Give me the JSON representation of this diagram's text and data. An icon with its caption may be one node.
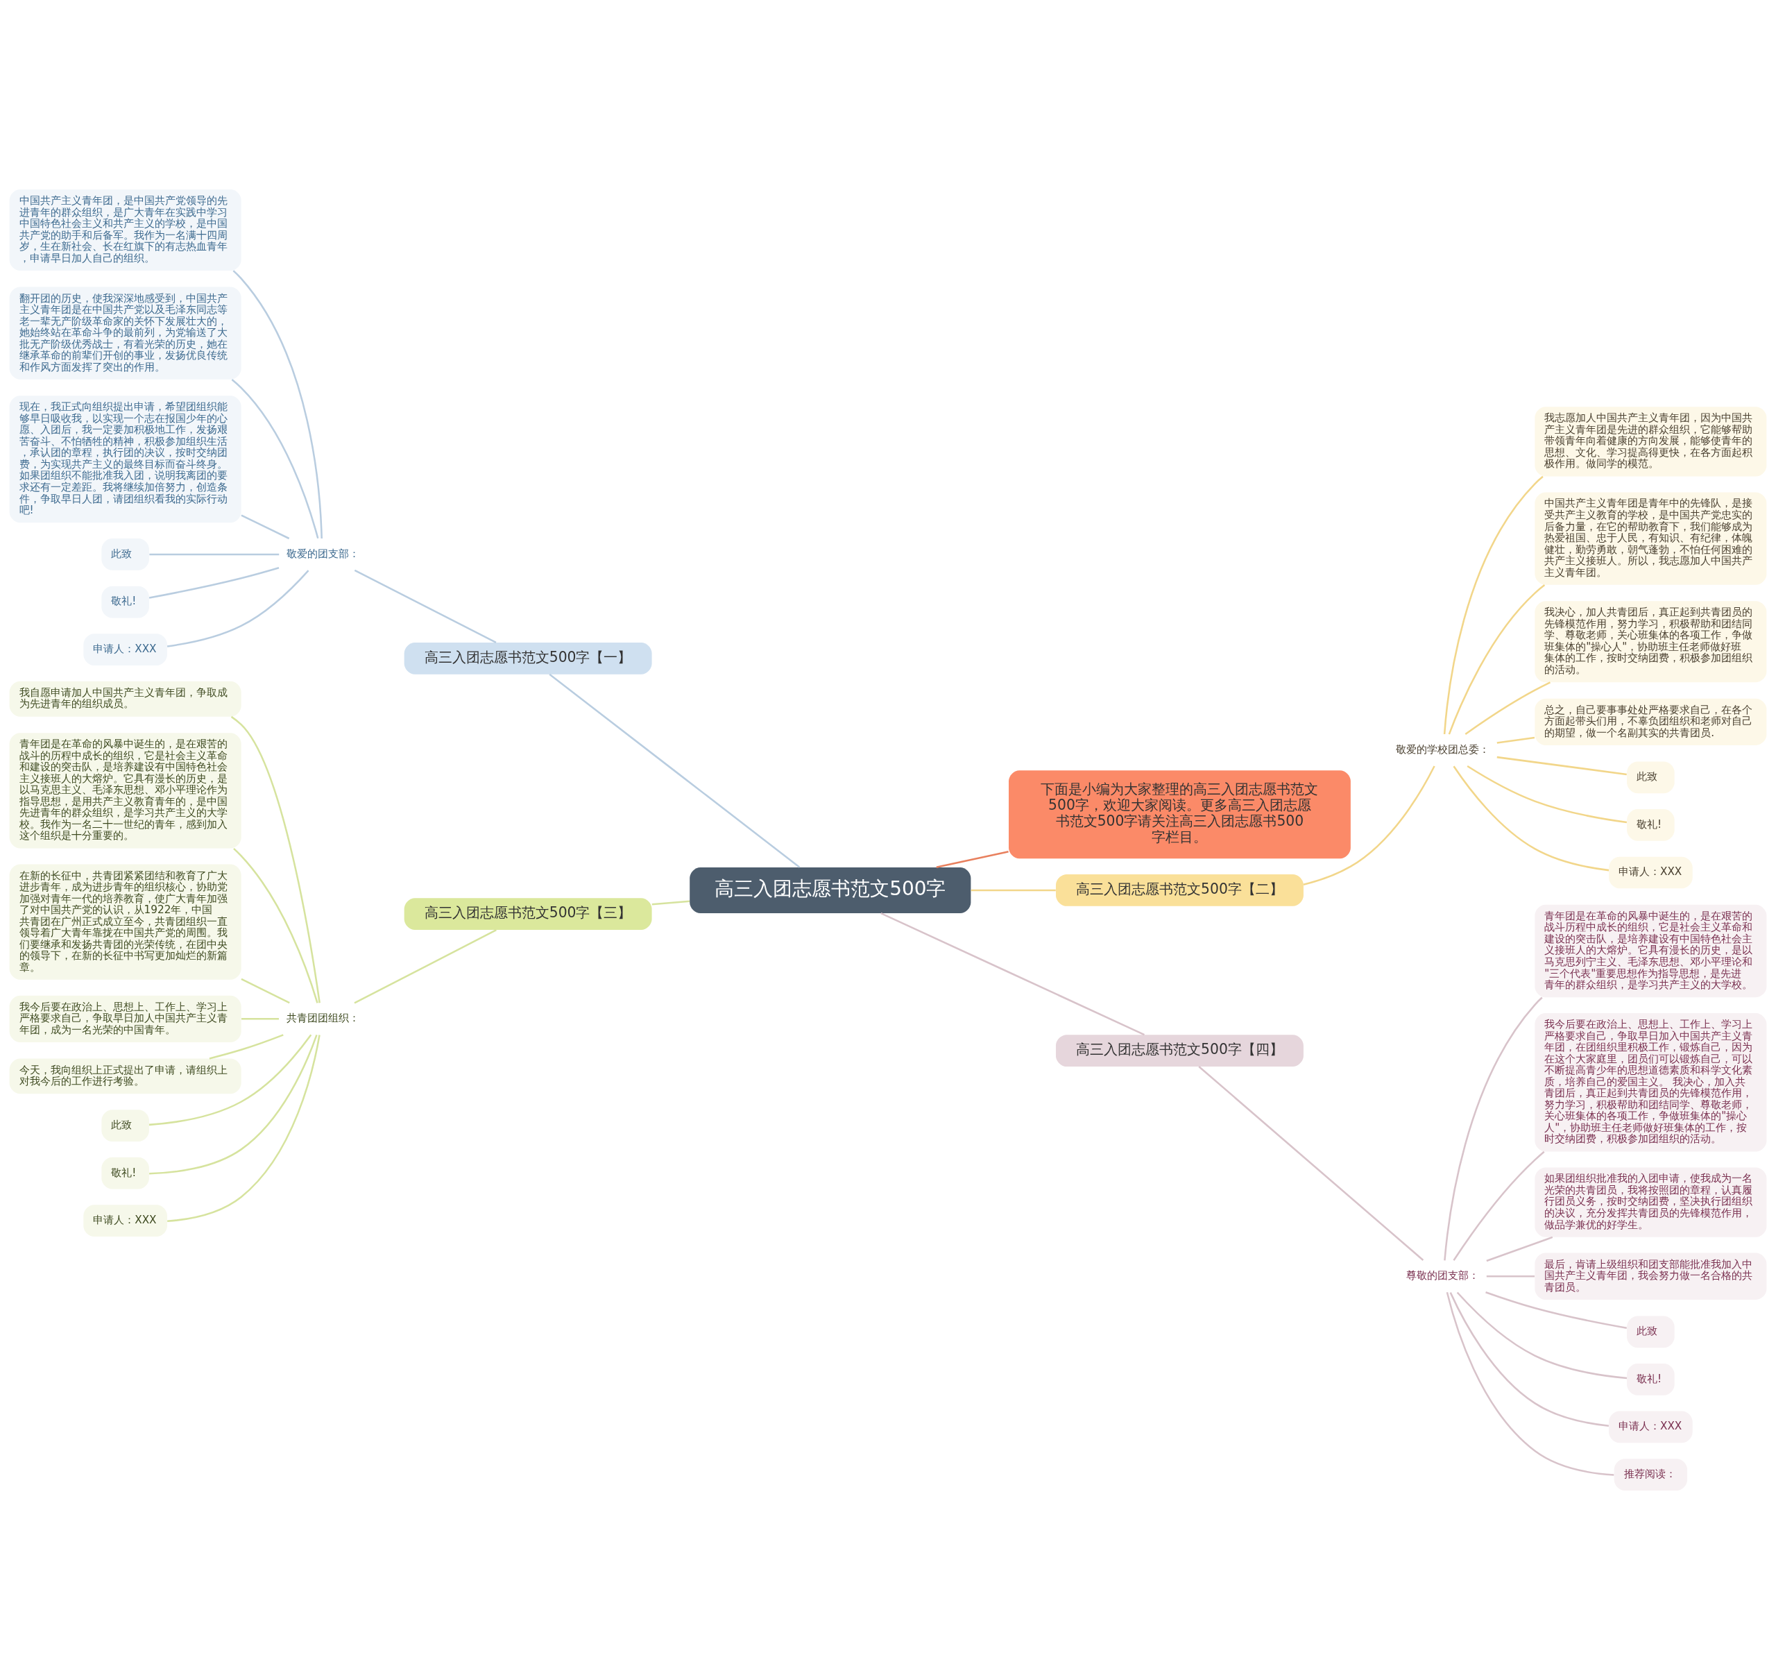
{
  "diagram": {
    "nodes": [
      {
        "text": [
          "高三入团志愿书范文500字"
        ]
      },
      {
        "text": [
          "下面是小编为大家整理的高三入团志愿书范文500字，欢迎大家阅读。更多高三入团志愿书范文500字请关注高三入团志愿书500字栏目。"
        ]
      },
      {
        "text": [
          "高三入团志愿书范文500字【一】"
        ]
      },
      {
        "text": [
          "敬爱的团支部："
        ]
      },
      {
        "text": [
          "中国共产主义青年团，是中国共产党领导的先进青年的群众组织，是广大青年在实践中学习中国特色社会主义和共产主义的学校，是中国共产党的助手和后备军。我作为一名满十四周岁，生在新社会、长在红旗下的有志热血青年，申请早日加人自己的组织。"
        ]
      },
      {
        "text": [
          "翻开团的历史，使我深深地感受到，中国共产主义青年团是在中国共产党以及毛泽东同志等老一辈无产阶级革命家的关怀下发展壮大的，她始终站在革命斗争的最前列，为党输送了大批无产阶级优秀战士，有着光荣的历史，她在继承革命的前辈们开创的事业，发扬优良传统和作风方面发挥了突出的作用。"
        ]
      },
      {
        "text": [
          "现在，我正式向组织提出申请，希望团组织能够早日吸收我，以实现一个志在报国少年的心愿、入团后，我一定要加积极地工作，发扬艰苦奋斗、不怕牺牲的精神，积极参加组织生活，承认团的章程，执行团的决议，按时交纳团费，为实现共产主义的最终目标而奋斗终身。如果团组织不能批准我入团，说明我离团的要求还有一定差距。我将继续加倍努力，创造条件，争取早日人团，请团组织看我的实际行动吧!"
        ]
      },
      {
        "text": [
          "此致"
        ]
      },
      {
        "text": [
          "敬礼!"
        ]
      },
      {
        "text": [
          "申请人：XXX"
        ]
      },
      {
        "text": [
          "高三入团志愿书范文500字【二】"
        ]
      },
      {
        "text": [
          "敬爱的学校团总委："
        ]
      },
      {
        "text": [
          "我志愿加人中国共产主义青年团，因为中国共产主义青年团是先进的群众组织，它能够帮助带领青年向着健康的方向发展，能够使青年的思想、文化、学习提高得更快，在各方面起积极作用。做同学的模范。"
        ]
      },
      {
        "text": [
          "中国共产主义青年团是青年中的先锋队，是接受共产主义教育的学校，是中国共产党忠实的后备力量，在它的帮助教育下，我们能够成为热爱祖国、忠于人民，有知识、有纪律，体魄健壮，勤劳勇敢，朝气蓬勃，不怕任何困难的共产主义接班人。所以，我志愿加人中国共产主义青年团。"
        ]
      },
      {
        "text": [
          "我决心，加人共青团后，真正起到共青团员的先锋模范作用，努力学习，积极帮助和团结同学、尊敬老师，关心班集体的各项工作，争做班集体的\"操心人\"，协助班主任老师做好班集体的工作，按时交纳团费，积极参加团组织的活动。"
        ]
      },
      {
        "text": [
          "总之，自己要事事处处严格要求自己，在各个方面起带头们用，不辜负团组织和老师对自己的期望，做一个名副其实的共青团员."
        ]
      },
      {
        "text": [
          "此致"
        ]
      },
      {
        "text": [
          "敬礼!"
        ]
      },
      {
        "text": [
          "申请人：XXX"
        ]
      },
      {
        "text": [
          "高三入团志愿书范文500字【三】"
        ]
      },
      {
        "text": [
          "共青团团组织："
        ]
      },
      {
        "text": [
          "我自愿申请加人中国共产主义青年团，争取成为先进青年的组织成员。"
        ]
      },
      {
        "text": [
          "青年团是在革命的风暴中诞生的，是在艰苦的战斗的历程中成长的组织，它是社会主义革命和建设的突击队，是培养建设有中国特色社会主义接班人的大熔炉。它具有漫长的历史，是以马克思主义、毛泽东思想、邓小平理论作为指导思想，是用共产主义教育青年的，是中国先进青年的群众组织，是学习共产主义的大学校。我作为一名二十一世纪的青年，感到加入这个组织是十分重要的。"
        ]
      },
      {
        "text": [
          "在新的长征中，共青团紧紧团结和教育了广大进步青年，成为进步青年的组织核心，协助党加强对青年一代的培养教育，使广大青年加强了对中国共产党的认识，从1922年，中国共青团在广州正式成立至今，共青团组织一直领导着广大青年靠拢在中国共产党的周围。我们要继承和发扬共青团的光荣传统，在团中央的领导下，在新的长征中书写更加灿烂的新篇章。"
        ]
      },
      {
        "text": [
          "我今后要在政治上、思想上、工作上、学习上严格要求自己，争取早日加人中国共产主义青年团，成为一名光荣的中国青年。"
        ]
      },
      {
        "text": [
          "今天，我向组织上正式提出了申请，请组织上对我今后的工作进行考验。"
        ]
      },
      {
        "text": [
          "此致"
        ]
      },
      {
        "text": [
          "敬礼!"
        ]
      },
      {
        "text": [
          "申请人：XXX"
        ]
      },
      {
        "text": [
          "高三入团志愿书范文500字【四】"
        ]
      },
      {
        "text": [
          "尊敬的团支部："
        ]
      },
      {
        "text": [
          "青年团是在革命的风暴中诞生的，是在艰苦的战斗历程中成长的组织，它是社会主义革命和建设的突击队，是培养建设有中国特色社会主义接班人的大熔炉。它具有漫长的历史，是以马克思列宁主义、毛泽东思想、邓小平理论和\"三个代表\"重要思想作为指导思想，是先进青年的群众组织，是学习共产主义的大学校。"
        ]
      },
      {
        "text": [
          "我今后要在政治上、思想上、工作上、学习上严格要求自己，争取早日加入中国共产主义青年团，在团组织里积极工作，锻炼自己，因为在这个大家庭里，团员们可以锻炼自己，可以不断提高青少年的思想道德素质和科学文化素质，培养自己的爱国主义。 我决心，加入共青团后，真正起到共青团员的先锋模范作用，努力学习，积极帮助和团结同学、尊敬老师，关心班集体的各项工作，争做班集体的\"操心人\"，协助班主任老师做好班集体的工作，按时交纳团费，积极参加团组织的活动。"
        ]
      },
      {
        "text": [
          "如果团组织批准我的入团申请，使我成为一名光荣的共青团员，我将按照团的章程，认真履行团员义务，按时交纳团费，坚决执行团组织的决议，充分发挥共青团员的先锋模范作用，做品学兼优的好学生。"
        ]
      },
      {
        "text": [
          "最后，肯请上级组织和团支部能批准我加入中国共产主义青年团，我会努力做一名合格的共青团员。"
        ]
      },
      {
        "text": [
          "此致"
        ]
      },
      {
        "text": [
          "敬礼!"
        ]
      },
      {
        "text": [
          "申请人：XXX"
        ]
      },
      {
        "text": [
          "推荐阅读："
        ]
      }
    ],
    "edges": [
      {
        "from": 0,
        "to": 1,
        "arrow": "none",
        "color": "#e8805e"
      },
      {
        "from": 2,
        "to": 0,
        "arrow": "none",
        "color": "#b9cde0"
      },
      {
        "from": 3,
        "to": 2,
        "arrow": "none",
        "color": "#b9cde0"
      },
      {
        "from": 4,
        "to": 3,
        "arrow": "none",
        "color": "#b9cde0"
      },
      {
        "from": 5,
        "to": 3,
        "arrow": "none",
        "color": "#b9cde0"
      },
      {
        "from": 6,
        "to": 3,
        "arrow": "none",
        "color": "#b9cde0"
      },
      {
        "from": 7,
        "to": 3,
        "arrow": "none",
        "color": "#b9cde0"
      },
      {
        "from": 8,
        "to": 3,
        "arrow": "none",
        "color": "#b9cde0"
      },
      {
        "from": 9,
        "to": 3,
        "arrow": "none",
        "color": "#b9cde0"
      },
      {
        "from": 0,
        "to": 10,
        "arrow": "none",
        "color": "#f2d68a"
      },
      {
        "from": 10,
        "to": 11,
        "arrow": "none",
        "color": "#f2d68a"
      },
      {
        "from": 11,
        "to": 12,
        "arrow": "none",
        "color": "#f2d68a"
      },
      {
        "from": 11,
        "to": 13,
        "arrow": "none",
        "color": "#f2d68a"
      },
      {
        "from": 11,
        "to": 14,
        "arrow": "none",
        "color": "#f2d68a"
      },
      {
        "from": 11,
        "to": 15,
        "arrow": "none",
        "color": "#f2d68a"
      },
      {
        "from": 11,
        "to": 16,
        "arrow": "none",
        "color": "#f2d68a"
      },
      {
        "from": 11,
        "to": 17,
        "arrow": "none",
        "color": "#f2d68a"
      },
      {
        "from": 11,
        "to": 18,
        "arrow": "none",
        "color": "#f2d68a"
      },
      {
        "from": 19,
        "to": 0,
        "arrow": "none",
        "color": "#d6e39e"
      },
      {
        "from": 20,
        "to": 19,
        "arrow": "none",
        "color": "#d6e39e"
      },
      {
        "from": 21,
        "to": 20,
        "arrow": "none",
        "color": "#d6e39e"
      },
      {
        "from": 22,
        "to": 20,
        "arrow": "none",
        "color": "#d6e39e"
      },
      {
        "from": 23,
        "to": 20,
        "arrow": "none",
        "color": "#d6e39e"
      },
      {
        "from": 24,
        "to": 20,
        "arrow": "none",
        "color": "#d6e39e"
      },
      {
        "from": 25,
        "to": 20,
        "arrow": "none",
        "color": "#d6e39e"
      },
      {
        "from": 26,
        "to": 20,
        "arrow": "none",
        "color": "#d6e39e"
      },
      {
        "from": 27,
        "to": 20,
        "arrow": "none",
        "color": "#d6e39e"
      },
      {
        "from": 28,
        "to": 20,
        "arrow": "none",
        "color": "#d6e39e"
      },
      {
        "from": 0,
        "to": 29,
        "arrow": "none",
        "color": "#d8c3ca"
      },
      {
        "from": 29,
        "to": 30,
        "arrow": "none",
        "color": "#d8c3ca"
      },
      {
        "from": 30,
        "to": 31,
        "arrow": "none",
        "color": "#d8c3ca"
      },
      {
        "from": 30,
        "to": 32,
        "arrow": "none",
        "color": "#d8c3ca"
      },
      {
        "from": 30,
        "to": 33,
        "arrow": "none",
        "color": "#d8c3ca"
      },
      {
        "from": 30,
        "to": 34,
        "arrow": "none",
        "color": "#d8c3ca"
      },
      {
        "from": 30,
        "to": 35,
        "arrow": "none",
        "color": "#d8c3ca"
      },
      {
        "from": 30,
        "to": 36,
        "arrow": "none",
        "color": "#d8c3ca"
      },
      {
        "from": 30,
        "to": 37,
        "arrow": "none",
        "color": "#d8c3ca"
      },
      {
        "from": 30,
        "to": 38,
        "arrow": "none",
        "color": "#d8c3ca"
      }
    ]
  }
}
